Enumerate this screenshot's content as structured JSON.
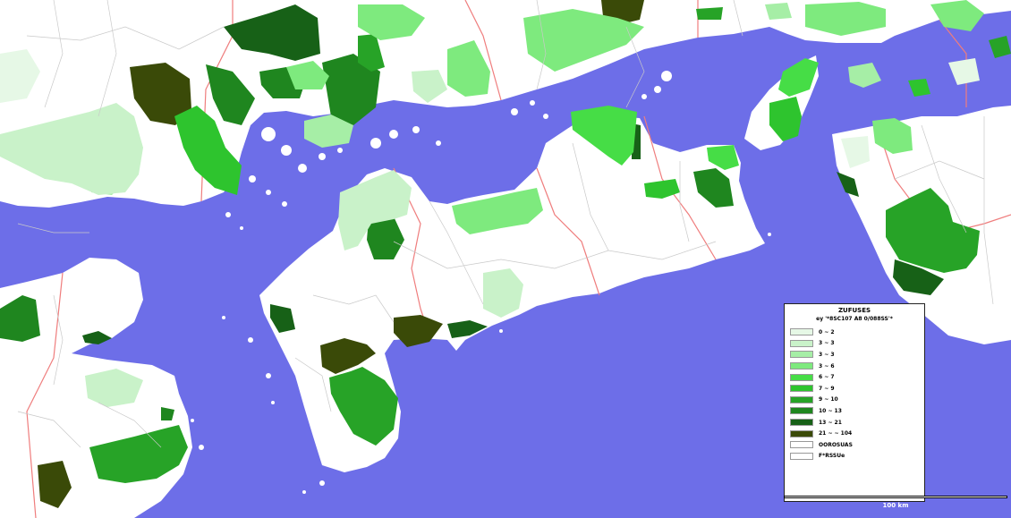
{
  "colors": {
    "sea": "#6d6ee8",
    "land": "#ffffff",
    "prefecture_border": "#ef7d7d",
    "municipal_border": "#c9c9c9"
  },
  "legend": {
    "title": "ZUFUSES",
    "subtitle": "ey '*8SC107 A8 0/088SS'*",
    "classes": [
      {
        "label": "0 ~ 2",
        "color": "#e6f8e6"
      },
      {
        "label": "3 ~ 3",
        "color": "#c9f2c9"
      },
      {
        "label": "3 ~ 3",
        "color": "#a6eea6"
      },
      {
        "label": "3 ~ 6",
        "color": "#7eea7e"
      },
      {
        "label": "6 ~ 7",
        "color": "#46dd46"
      },
      {
        "label": "7 ~ 9",
        "color": "#2ec42e"
      },
      {
        "label": "9 ~ 10",
        "color": "#27a327"
      },
      {
        "label": "10 ~ 13",
        "color": "#1f861f"
      },
      {
        "label": "13 ~ 21",
        "color": "#176117"
      },
      {
        "label": "21 ~ ~ 104",
        "color": "#3a4a08"
      },
      {
        "label": "OOROSUAS",
        "color": "#ffffff"
      },
      {
        "label": "F*RSSUe",
        "color": "#ffffff"
      }
    ]
  },
  "scale": {
    "label": "100 km"
  }
}
